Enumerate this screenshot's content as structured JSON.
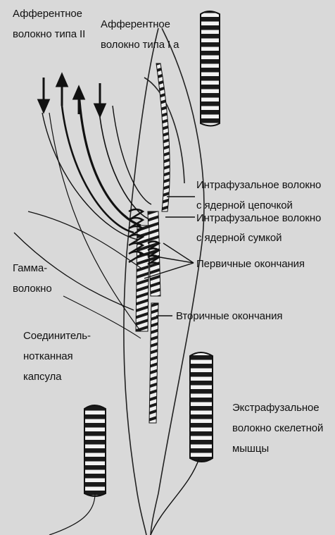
{
  "colors": {
    "background": "#d9d9d9",
    "ink": "#111111",
    "stripe": "#1a1a1a"
  },
  "labels": {
    "afferent_ii": "Афферентное\nволокно типа II",
    "afferent_ia": "Афферентное\nволокно типа I а",
    "intrafusal_chain": "Интрафузальное волокно\nс ядерной цепочкой",
    "intrafusal_bag": "Интрафузальное волокно\nс ядерной сумкой",
    "primary_endings": "Первичные окончания",
    "gamma_fiber": "Гамма-\nволокно",
    "secondary_endings": "Вторичные окончания",
    "capsule": "Соединитель-\nнотканная\nкапсула",
    "extrafusal": "Экстрафузальное\nволокно скелетной\nмышцы"
  },
  "arrows": [
    {
      "name": "arrow-up-1",
      "direction": "up"
    },
    {
      "name": "arrow-down-1",
      "direction": "down"
    },
    {
      "name": "arrow-up-2",
      "direction": "up"
    },
    {
      "name": "arrow-down-2",
      "direction": "down"
    }
  ]
}
